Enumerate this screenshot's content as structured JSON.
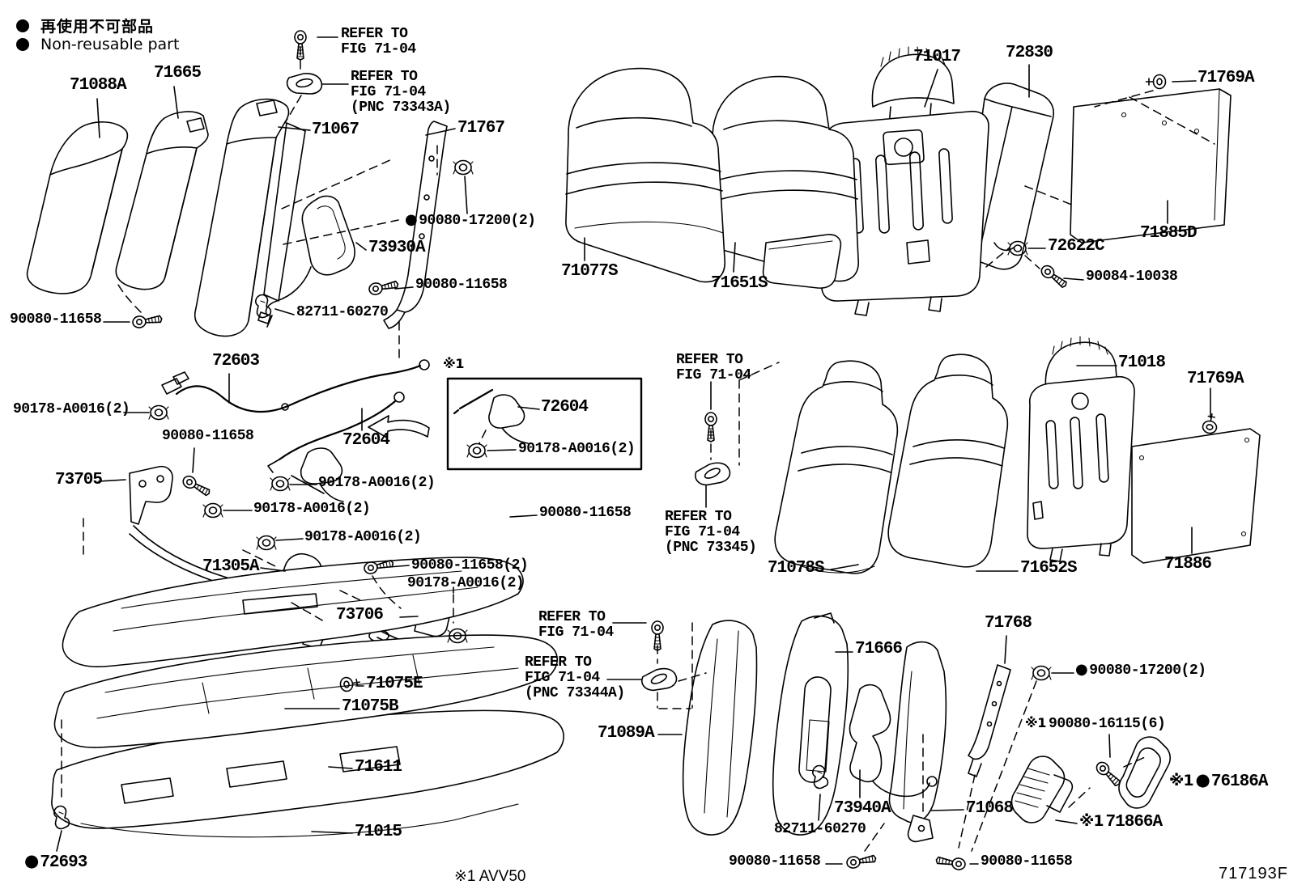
{
  "colors": {
    "ink": "#000000",
    "background": "#ffffff"
  },
  "glyphs": {
    "bullet": "●",
    "note1": "※1"
  },
  "legend": {
    "jp": "再使用不可部品",
    "en": "Non-reusable part"
  },
  "refer": {
    "line1": "REFER TO",
    "line2": "FIG 71-04",
    "pnc_73343a": "(PNC 73343A)",
    "pnc_73345": "(PNC 73345)",
    "pnc_73344a": "(PNC 73344A)"
  },
  "parts": {
    "p71088A": "71088A",
    "p71665": "71665",
    "p71067": "71067",
    "p71767": "71767",
    "p73930A": "73930A",
    "p71077S": "71077S",
    "p71651S": "71651S",
    "p71017": "71017",
    "p72830": "72830",
    "p71769A": "71769A",
    "p71885D": "71885D",
    "p72622C": "72622C",
    "p72603": "72603",
    "p72604": "72604",
    "p73705": "73705",
    "p71305A": "71305A",
    "p73706": "73706",
    "p71075E": "71075E",
    "p71075B": "71075B",
    "p71611": "71611",
    "p71015": "71015",
    "p72693": "72693",
    "p71078S": "71078S",
    "p71652S": "71652S",
    "p71018": "71018",
    "p71886": "71886",
    "p71089A": "71089A",
    "p71666": "71666",
    "p71768": "71768",
    "p73940A": "73940A",
    "p71068": "71068",
    "p71866A": "71866A",
    "p76186A": "76186A"
  },
  "fasteners": {
    "f90080_17200": "90080-17200(2)",
    "f90080_11658": "90080-11658",
    "f90080_11658_2": "90080-11658(2)",
    "f90178_A0016": "90178-A0016(2)",
    "f82711_60270": "82711-60270",
    "f90084_10038": "90084-10038",
    "f90080_16115": "90080-16115(6)"
  },
  "footer": {
    "note": "※1 AVV50",
    "code": "717193F"
  }
}
